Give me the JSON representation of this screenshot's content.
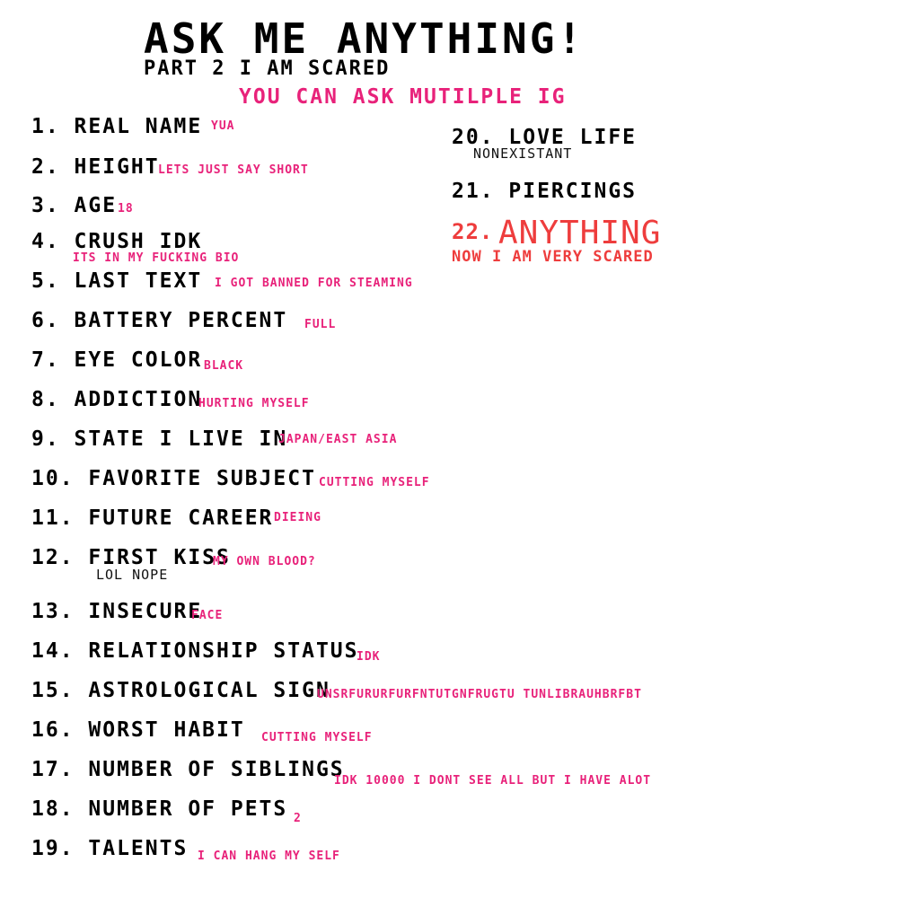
{
  "header": {
    "title": "ASK ME ANYTHING!",
    "subtitle": "PART 2  I AM SCARED",
    "note": "YOU CAN ASK MUTILPLE IG"
  },
  "questions": [
    {
      "q": "1. REAL NAME",
      "a": "YUA"
    },
    {
      "q": "2. HEIGHT",
      "a": "LETS JUST SAY SHORT"
    },
    {
      "q": "3. AGE",
      "a": "18"
    },
    {
      "q": "4. CRUSH IDK",
      "a": "ITS IN MY FUCKING BIO"
    },
    {
      "q": "5. LAST TEXT",
      "a": "I GOT BANNED FOR STEAMING"
    },
    {
      "q": "6. BATTERY PERCENT",
      "a": "FULL"
    },
    {
      "q": "7. EYE COLOR",
      "a": "BLACK"
    },
    {
      "q": "8. ADDICTION",
      "a": "HURTING MYSELF"
    },
    {
      "q": "9. STATE I LIVE IN",
      "a": "JAPAN/EAST ASIA"
    },
    {
      "q": "10. FAVORITE SUBJECT",
      "a": "CUTTING MYSELF"
    },
    {
      "q": "11. FUTURE CAREER",
      "a": "DIEING"
    },
    {
      "q": "12. FIRST KISS",
      "a": "MY OWN BLOOD?",
      "extra": "LOL NOPE"
    },
    {
      "q": "13. INSECURE",
      "a": "FACE"
    },
    {
      "q": "14. RELATIONSHIP STATUS",
      "a": "IDK"
    },
    {
      "q": "15. ASTROLOGICAL SIGN",
      "a": "UNSRFURURFURFNTUTGNFRUGTU TUNLIBRAUHBRFBT"
    },
    {
      "q": "16. WORST HABIT",
      "a": "CUTTING MYSELF"
    },
    {
      "q": "17. NUMBER OF SIBLINGS",
      "a": "IDK 10000 I DONT SEE ALL BUT I HAVE ALOT"
    },
    {
      "q": "18. NUMBER OF PETS",
      "a": "2"
    },
    {
      "q": "19. TALENTS",
      "a": "I CAN HANG MY SELF"
    },
    {
      "q": "20. LOVE LIFE",
      "a": "NONEXISTANT"
    },
    {
      "q": "21. PIERCINGS",
      "a": ""
    },
    {
      "q": "22.",
      "a": "ANYTHING",
      "extra": "NOW I AM VERY SCARED"
    }
  ],
  "colors": {
    "accent": "#e8227a",
    "red": "#ee3d3d",
    "text": "#000000"
  }
}
